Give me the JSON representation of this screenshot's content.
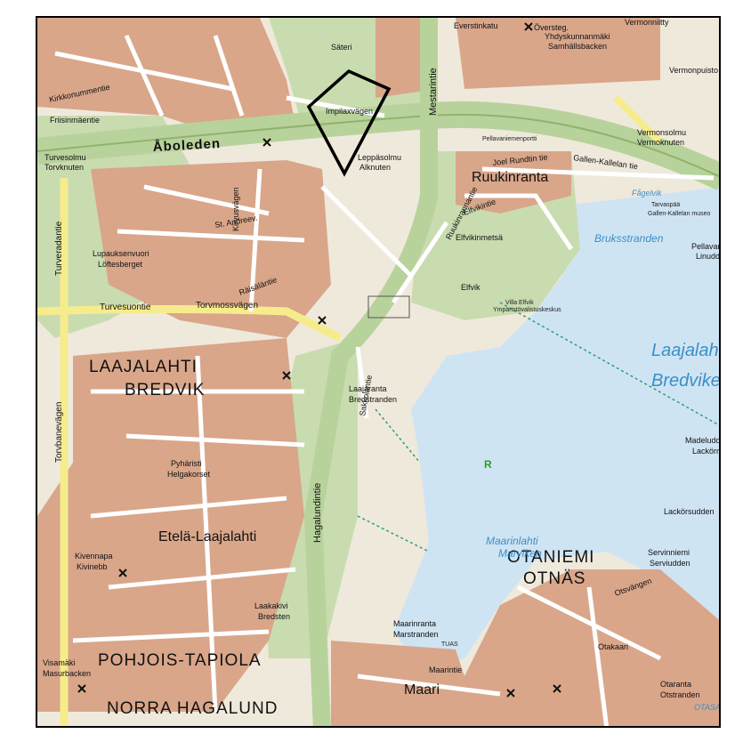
{
  "colors": {
    "built": "#d9a68a",
    "built_dark": "#c98d6c",
    "green": "#c9dcb0",
    "green_dark": "#a9c98c",
    "open": "#efe9dc",
    "water": "#cfe4f3",
    "major_road": "#f6ec8c",
    "highway": "#b8d29b",
    "road": "#ffffff",
    "outline": "#000000"
  },
  "labels": {
    "laajalahti": "LAAJALAHTI",
    "bredvik": "BREDVIK",
    "pohjois_tapiola": "POHJOIS-TAPIOLA",
    "norra_hagalund": "NORRA HAGALUND",
    "otaniemi": "OTANIEMI",
    "otnas": "OTNÄS",
    "ruukinranta": "Ruukinranta",
    "etela_laajalahti": "Etelä-Laajalahti",
    "maari": "Maari",
    "aboleden": "Åboleden",
    "mestarintie": "Mestarintie",
    "hagalundintie": "Hagalundintie",
    "turvesuontie": "Turvesuontie",
    "torvmossvagen": "Torvmossvägen",
    "turveradantie": "Turveradantie",
    "torvbanevagen": "Torvbanevägen",
    "laajalahti_water": "Laajalahti",
    "bredviken": "Bredviken",
    "maarinlahti": "Maarinlahti",
    "marviken": "Marviken",
    "bruksstranden": "Bruksstranden",
    "madelud": "Madeluddi",
    "lackorn": "Lackörn",
    "lackorsudden": "Lackörsudden",
    "fagelvik": "Fågelvik",
    "reserve": "R",
    "lupauksenvuori": "Lupauksenvuori",
    "loftesberget": "Löftesberget",
    "elfvikinmetsa": "Elfvikinmetsä",
    "elfvik": "Elfvik",
    "laajaranta": "Laajaranta",
    "bredstranden": "Bredstranden",
    "pyharisti": "Pyhäristi",
    "helgakorset": "Helgakorset",
    "kivennapa": "Kivennapa",
    "kivinebb": "Kivinebb",
    "laakakivi": "Laakakivi",
    "bredsten": "Bredsten",
    "maarinranta": "Maarinranta",
    "marstranden": "Marstranden",
    "visamaki": "Visamäki",
    "masurbacken": "Masurbacken",
    "servinniemi": "Servinniemi",
    "serviudden": "Serviudden",
    "otaranta": "Otaranta",
    "otstranden": "Otstranden",
    "otaniemi_small": "OTASA",
    "turvesolmu": "Turvesolmu",
    "torvknuten": "Torvknuten",
    "vermonsolmu": "Vermonsolmu",
    "vermoknuten": "Vermoknuten",
    "vermonpuisto": "Vermonpuisto",
    "leppasolmu": "Leppäsolmu",
    "alknuten": "Alknuten",
    "ydhyskunnanmaki": "Yhdyskunnanmäki",
    "samhallsbacken": "Samhällsbacken",
    "pellavaniemi": "Pellavanien",
    "linudden": "Linudden",
    "kirkkonummentie": "Kirkkonummentie",
    "friisinmaentie": "Friisinmäentie",
    "impilaxvagen": "Impilaxvägen",
    "gallen_kallelan_tie": "Gallen-Kallelan tie",
    "joel_rundtin_tie": "Joel Rundtin tie",
    "ruukinrannantie": "Ruukinrannantie",
    "elfvikintie": "Elfvikintie",
    "kirvusvagen": "Kirvusvägen",
    "raisalantie": "Räisäläntie",
    "saksalantie": "Sakkolantie",
    "maarintie": "Maarintie",
    "otsvagen": "Otsvängen",
    "villa_elfvik": "Villa Elfvik",
    "ymparistokeskus": "Ympäristövalistuskeskus",
    "gallen_museum": "Gallen-Kallelan museo",
    "tarvaspaa": "Tarvaspää",
    "tuas": "TUAS",
    "otakaari": "Otakaari",
    "sateri": "Säteri",
    "vermonniitty": "Vermonniitty",
    "kivenlahti_st": "St. Andreev.",
    "everstinkatu": "Everstinkatu",
    "oversteg": "Översteg.",
    "pelto": "Pellavaniemenportti"
  }
}
